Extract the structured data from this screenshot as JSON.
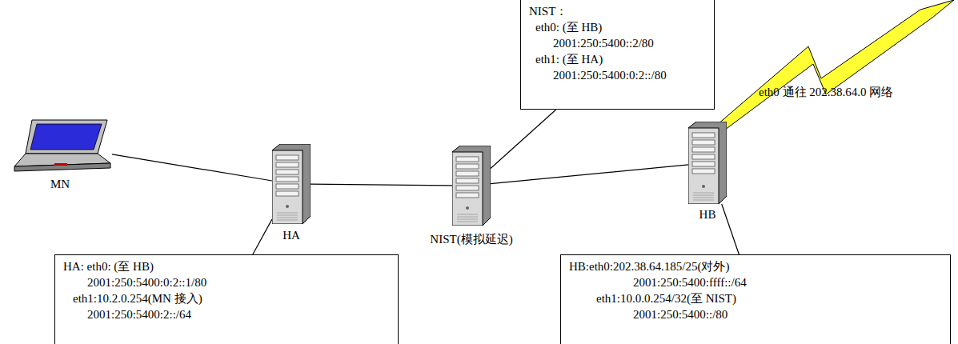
{
  "diagram": {
    "nodes": [
      {
        "text": [
          "NIST：",
          "eth0: (至 HB)",
          "2001:250:5400::2/80",
          "eth1: (至 HA)",
          "2001:250:5400:0:2::/80"
        ]
      },
      {
        "text": [
          "MN"
        ]
      },
      {
        "text": [
          "HA"
        ]
      },
      {
        "text": [
          "NIST(模拟延迟)"
        ]
      },
      {
        "text": [
          "HB"
        ]
      },
      {
        "text": [
          "HA: eth0: (至 HB)",
          "2001:250:5400:0:2::1/80",
          "eth1:10.2.0.254(MN 接入)",
          "2001:250:5400:2::/64"
        ]
      },
      {
        "text": [
          "HB:eth0:202.38.64.185/25(对外)",
          "2001:250:5400:ffff::/64",
          "eth1:10.0.0.254/32(至 NIST)",
          "2001:250:5400::/80"
        ]
      }
    ],
    "edges": [
      {
        "from": 1,
        "to": 2,
        "arrow": "none"
      },
      {
        "from": 2,
        "to": 3,
        "arrow": "none"
      },
      {
        "from": 3,
        "to": 4,
        "arrow": "none"
      },
      {
        "from": 0,
        "to": 3,
        "arrow": "none"
      },
      {
        "from": 5,
        "to": 2,
        "arrow": "none"
      },
      {
        "from": 6,
        "to": 4,
        "arrow": "none"
      }
    ],
    "labels": [
      "eth0 通往 202.38.64.0 网络"
    ]
  }
}
